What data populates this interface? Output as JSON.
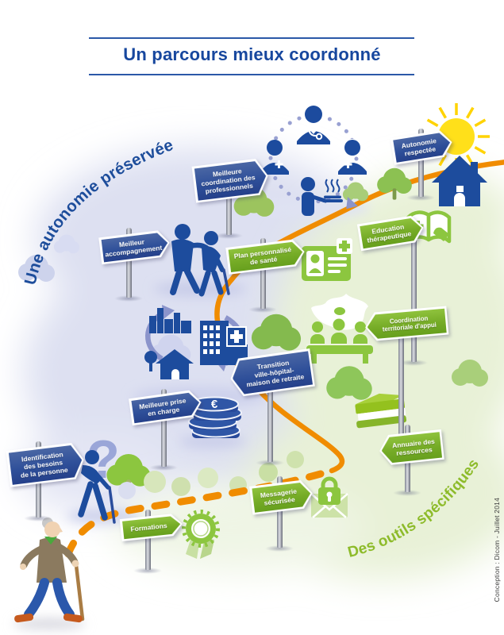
{
  "title": "Un parcours mieux coordonné",
  "curved_labels": {
    "autonomy": "Une autonomie préservée",
    "tools": "Des outils spécifiques"
  },
  "credit": "Conception : Dicom - Juillet 2014",
  "glyphs": {
    "question_mark": "?",
    "euro": "€"
  },
  "signs": [
    {
      "id": "meilleure-coordination",
      "color": "blue",
      "direction": "right",
      "label": "Meilleure coordination des professionnels",
      "lines": [
        "Meilleure",
        "coordination des",
        "professionnels"
      ]
    },
    {
      "id": "autonomie-respectee",
      "color": "blue",
      "direction": "right",
      "label": "Autonomie respectée",
      "lines": [
        "Autonomie",
        "respectée"
      ]
    },
    {
      "id": "meilleur-accompagnement",
      "color": "blue",
      "direction": "right",
      "label": "Meilleur accompagnement",
      "lines": [
        "Meilleur",
        "accompagnement"
      ]
    },
    {
      "id": "plan-personnalise-de-sante",
      "color": "green",
      "direction": "right",
      "label": "Plan personnalisé de santé",
      "lines": [
        "Plan personnalisé",
        "de santé"
      ]
    },
    {
      "id": "education-therapeutique",
      "color": "green",
      "direction": "right",
      "label": "Education thérapeutique",
      "lines": [
        "Education",
        "thérapeutique"
      ]
    },
    {
      "id": "coordination-territoriale",
      "color": "green",
      "direction": "left",
      "label": "Coordination territoriale d'appui",
      "lines": [
        "Coordination",
        "territoriale d'appui"
      ]
    },
    {
      "id": "transition-ville-hopital",
      "color": "blue",
      "direction": "left",
      "label": "Transition ville-hôpital- maison de retraite",
      "lines": [
        "Transition",
        "ville-hôpital-",
        "maison de retraite"
      ]
    },
    {
      "id": "meilleure-prise-en-charge",
      "color": "blue",
      "direction": "right",
      "label": "Meilleure prise en charge",
      "lines": [
        "Meilleure prise",
        "en charge"
      ]
    },
    {
      "id": "identification-besoins",
      "color": "blue",
      "direction": "right",
      "label": "Identification des besoins de la personne",
      "lines": [
        "Identification",
        "des besoins",
        "de la personne"
      ]
    },
    {
      "id": "annuaire-ressources",
      "color": "green",
      "direction": "left",
      "label": "Annuaire des ressources",
      "lines": [
        "Annuaire des",
        "ressources"
      ]
    },
    {
      "id": "messagerie-securisee",
      "color": "green",
      "direction": "right",
      "label": "Messagerie sécurisée",
      "lines": [
        "Messagerie",
        "sécurisée"
      ]
    },
    {
      "id": "formations",
      "color": "green",
      "direction": "right",
      "label": "Formations",
      "lines": [
        "Formations"
      ]
    }
  ],
  "icons": [
    "care-team-circle-icon",
    "sun-icon",
    "home-icon",
    "walking-assistance-icon",
    "health-plan-card-icon",
    "therapeutic-education-book-icon",
    "france-map-icon",
    "territorial-team-icon",
    "city-hospital-home-cycle-icon",
    "euro-coins-icon",
    "question-mark-icon",
    "person-with-cane-icon",
    "resources-directory-book-icon",
    "secure-mail-lock-icon",
    "training-rosette-icon",
    "elderly-man-icon",
    "tree-icon",
    "orange-pathway"
  ],
  "colors": {
    "title_blue": "#17479e",
    "sign_blue": "#2e4f99",
    "sign_green": "#75ab26",
    "path_orange": "#f08c00",
    "zone_lavender": "#dde0f1",
    "zone_green": "#e8f1d7",
    "icon_blue": "#1d4c9d",
    "icon_green": "#8cc63f",
    "sun_yellow": "#ffe01a",
    "curved_blue": "#1d4d9b",
    "curved_green": "#8dbb2a"
  }
}
